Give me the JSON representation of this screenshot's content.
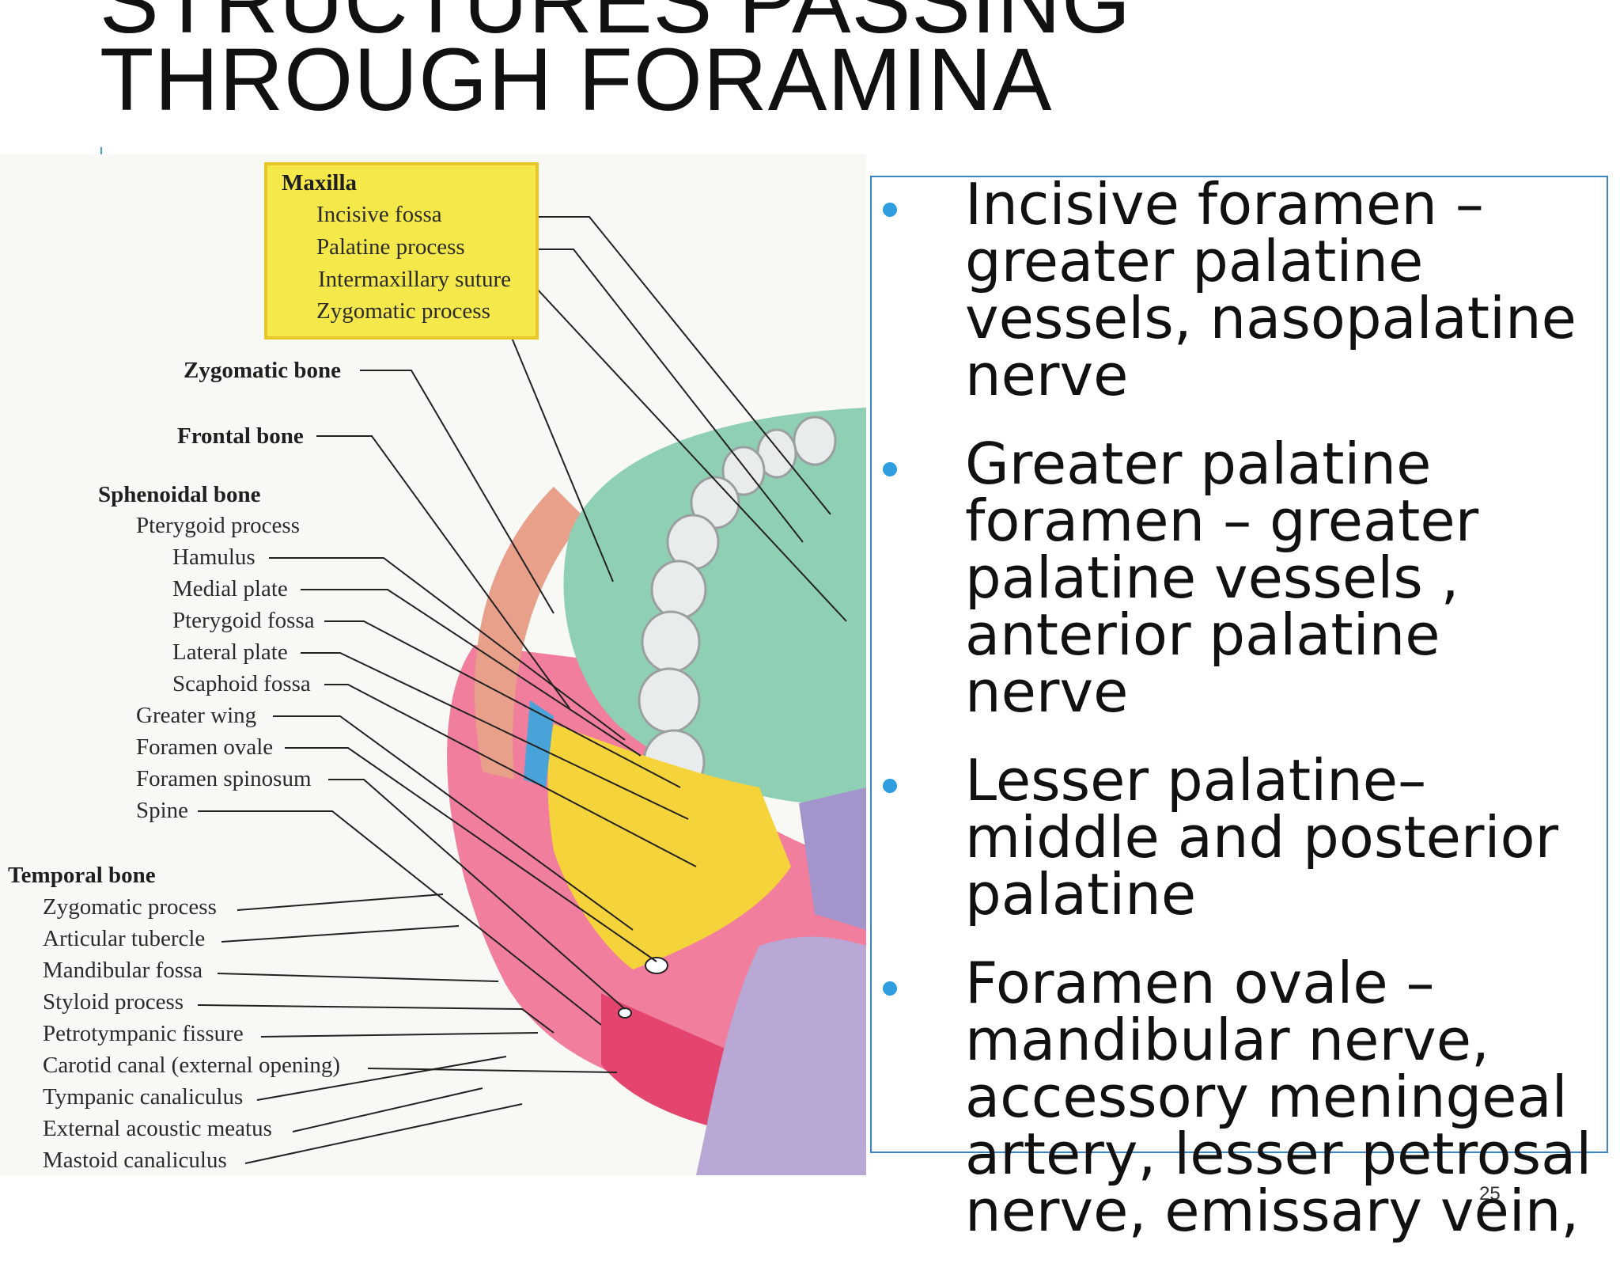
{
  "title": "STRUCTURES PASSING THROUGH FORAMINA",
  "figure": {
    "maxilla_heading": "Maxilla",
    "maxilla_items": [
      "Incisive fossa",
      "Palatine process",
      "Intermaxillary suture",
      "Zygomatic process"
    ],
    "zygomatic_bone": "Zygomatic bone",
    "frontal_bone": "Frontal bone",
    "sphenoidal_heading": "Sphenoidal bone",
    "sphenoidal_items": [
      "Pterygoid process",
      "Hamulus",
      "Medial plate",
      "Pterygoid fossa",
      "Lateral plate",
      "Scaphoid fossa",
      "Greater wing",
      "Foramen ovale",
      "Foramen spinosum",
      "Spine"
    ],
    "temporal_heading": "Temporal bone",
    "temporal_items": [
      "Zygomatic process",
      "Articular tubercle",
      "Mandibular fossa",
      "Styloid process",
      "Petrotympanic fissure",
      "Carotid canal (external opening)",
      "Tympanic canaliculus",
      "External acoustic meatus",
      "Mastoid canaliculus"
    ]
  },
  "bullets": [
    "Incisive foramen – greater palatine vessels, nasopalatine nerve",
    "Greater palatine foramen – greater palatine  vessels , anterior palatine nerve",
    "Lesser palatine– middle and posterior palatine",
    "Foramen ovale – mandibular nerve, accessory meningeal artery, lesser petrosal nerve, emissary vein,"
  ],
  "page_number": "25",
  "colors": {
    "bullet": "#2f9de0",
    "box_border": "#3a86c4",
    "maxilla_box": "#f5e84a",
    "maxilla_bone": "#8fcfb4",
    "sphenoid_bone": "#f5d33a",
    "temporal_bone": "#f07e9c",
    "occipital_bone": "#b9a7d6"
  }
}
